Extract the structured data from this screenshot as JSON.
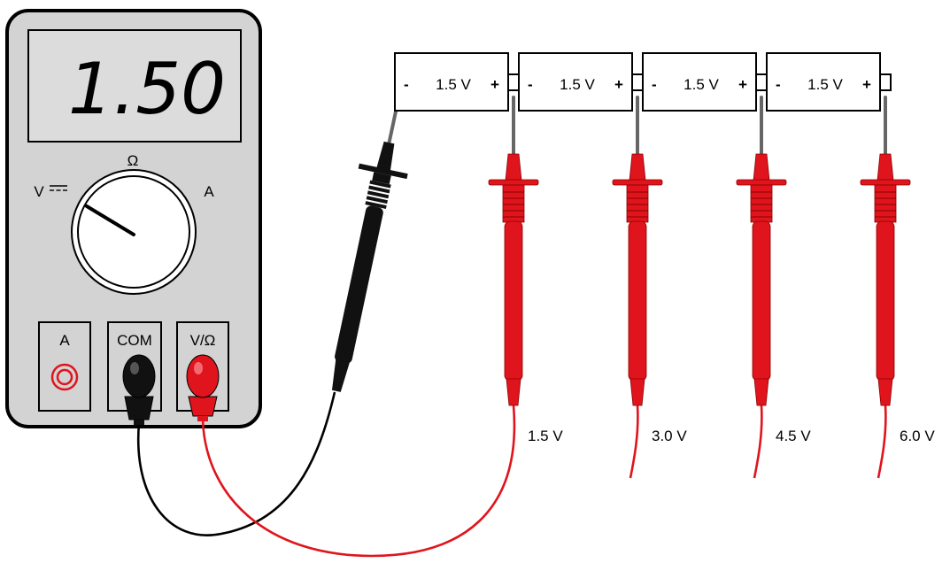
{
  "meter": {
    "display": "1.50",
    "dial": {
      "ohm_label": "Ω",
      "volt_label": "V",
      "amp_label": "A"
    },
    "jacks": [
      {
        "label": "A"
      },
      {
        "label": "COM"
      },
      {
        "label": "V/Ω"
      }
    ]
  },
  "batteries": [
    {
      "label": "1.5 V",
      "neg": "-",
      "pos": "+"
    },
    {
      "label": "1.5 V",
      "neg": "-",
      "pos": "+"
    },
    {
      "label": "1.5 V",
      "neg": "-",
      "pos": "+"
    },
    {
      "label": "1.5 V",
      "neg": "-",
      "pos": "+"
    }
  ],
  "probe_readings": [
    "1.5 V",
    "3.0 V",
    "4.5 V",
    "6.0 V"
  ],
  "colors": {
    "meter_body": "#d3d3d3",
    "display_bg": "#dcdcdc",
    "probe_red": "#e0141c",
    "probe_black": "#111111",
    "wire_red": "#e0141c",
    "wire_black": "#000000"
  }
}
